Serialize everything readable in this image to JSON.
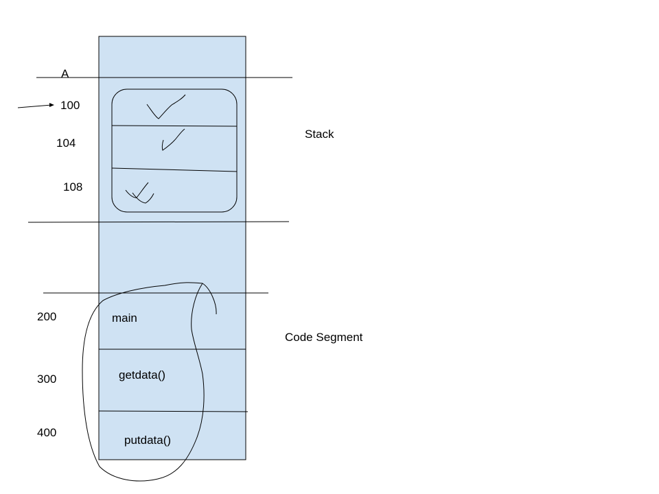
{
  "labels": {
    "pointer": "A",
    "stack_addresses": [
      "100",
      "104",
      "108"
    ],
    "code_addresses": [
      "200",
      "300",
      "400"
    ],
    "code_segments": [
      "main",
      "getdata()",
      "putdata()"
    ],
    "stack_region": "Stack",
    "code_region": "Code Segment"
  },
  "colors": {
    "memory_fill": "#cfe2f3",
    "line": "#000000",
    "text": "#000000"
  }
}
